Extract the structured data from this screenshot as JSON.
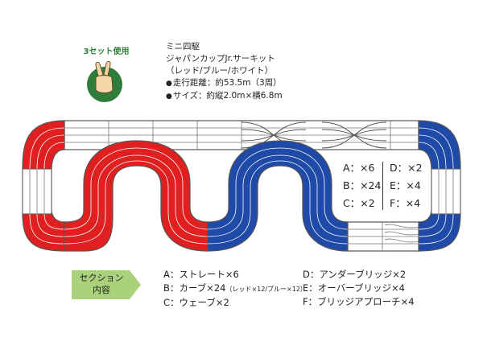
{
  "badge": {
    "text": "3セット使用",
    "icon": "peace-hand-icon",
    "color": "#2f7d3a"
  },
  "title": {
    "line1": "ミニ四駆",
    "line2": "ジャパンカップJr.サーキット",
    "line3": "（レッド/ブルー/ホワイト）",
    "spec1": "走行距離：約53.5m（3周）",
    "spec2": "サイズ：約縦2.0m×横6.8m"
  },
  "colors": {
    "red": "#e02020",
    "blue": "#1f4aa8",
    "white": "#ffffff",
    "tag": "#a9d27a"
  },
  "legend": {
    "left": [
      "A：×6",
      "B：×24",
      "C：×2"
    ],
    "right": [
      "D：×2",
      "E：×4",
      "F：×4"
    ]
  },
  "section_tag": {
    "line1": "セクション",
    "line2": "内容"
  },
  "sections": {
    "a": "A：ストレート×6",
    "b": "B：カーブ×24",
    "b_note": "（レッド×12/ブルー×12）",
    "c": "C：ウェーブ×2",
    "d": "D：アンダーブリッジ×2",
    "e": "E：オーバーブリッジ×4",
    "f": "F：ブリッジアプローチ×4"
  }
}
